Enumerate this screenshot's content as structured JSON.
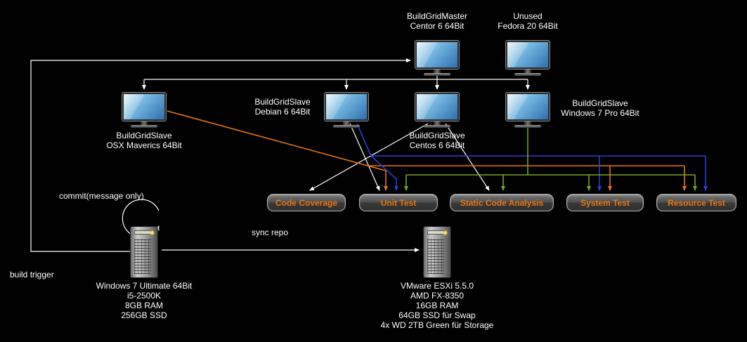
{
  "nodes": {
    "master": {
      "line1": "BuildGridMaster",
      "line2": "Centor 6 64Bit"
    },
    "unused": {
      "line1": "Unused",
      "line2": "Fedora 20 64Bit"
    },
    "osx": {
      "line1": "BuildGridSlave",
      "line2": "OSX Maverics 64Bit"
    },
    "debian": {
      "line1": "BuildGridSlave",
      "line2": "Debian 6 64Bit"
    },
    "centos": {
      "line1": "BuildGridSlave",
      "line2": "Centos 6 64Bit"
    },
    "windows": {
      "line1": "BuildGridSlave",
      "line2": "Windows 7 Pro 64Bit"
    }
  },
  "tasks": [
    {
      "label": "Code Coverage"
    },
    {
      "label": "Unit Test"
    },
    {
      "label": "Static Code Analysis"
    },
    {
      "label": "System Test"
    },
    {
      "label": "Resource Test"
    }
  ],
  "servers": {
    "workstation": {
      "line1": "Windows 7 Ultimate 64Bit",
      "line2": "i5-2500K",
      "line3": "8GB RAM",
      "line4": "256GB SSD"
    },
    "esxi": {
      "line1": "VMware ESXi 5.5.0",
      "line2": "AMD FX-8350",
      "line3": "16GB RAM",
      "line4": "64GB SSD für Swap",
      "line5": "4x WD 2TB Green für Storage"
    }
  },
  "annotations": {
    "commit": "commit(message only)",
    "sync_repo": "sync repo",
    "build_trigger": "build trigger"
  },
  "colors": {
    "background": "#000000",
    "label_text": "#ffffff",
    "task_text": "#e87511",
    "arrow_white": "#ffffff",
    "arrow_orange": "#e87511",
    "arrow_blue": "#2b3fd8",
    "arrow_green": "#76a51f"
  }
}
